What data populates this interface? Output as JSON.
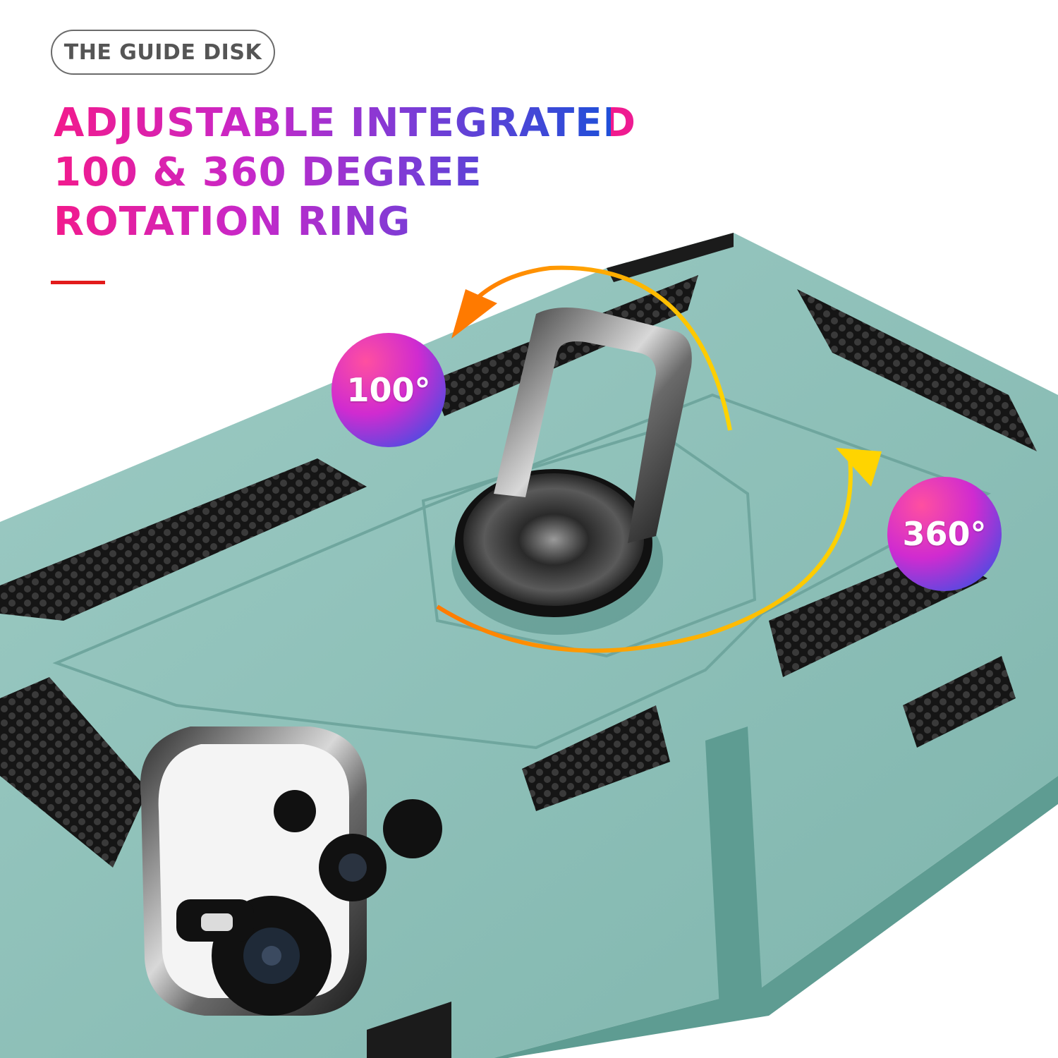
{
  "tag": {
    "label": "THE GUIDE DISK"
  },
  "headline": {
    "line1": "ADJUSTABLE INTEGRATED",
    "line2": "100 & 360 DEGREE",
    "line3": "ROTATION RING"
  },
  "badges": {
    "left": "100°",
    "right": "360°"
  },
  "colors": {
    "case": "#8cc1b9",
    "case_dark": "#5e9c92",
    "grip": "#1b1b1b",
    "accent_rule": "#e21b1b",
    "arrow_orange": "#ff7a00",
    "arrow_yellow": "#ffd400"
  }
}
